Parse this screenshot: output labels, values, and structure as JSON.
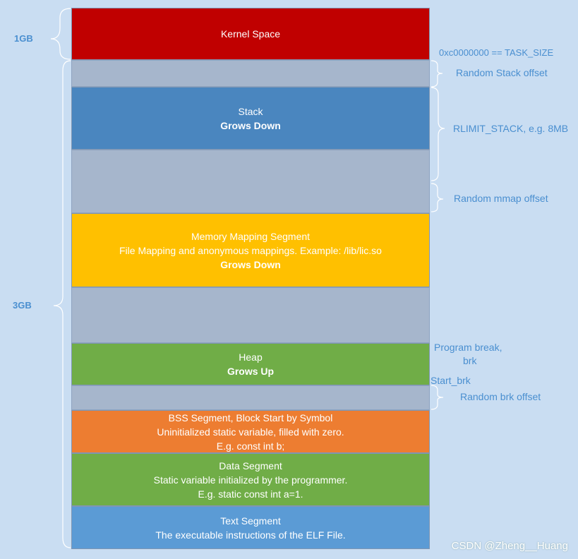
{
  "sizes": {
    "top": "1GB",
    "bottom": "3GB"
  },
  "segments": {
    "kernel": {
      "line1": "Kernel Space"
    },
    "stack": {
      "line1": "Stack",
      "line2": "Grows Down"
    },
    "mmap": {
      "line1": "Memory Mapping Segment",
      "line2": "File Mapping and anonymous mappings. Example: /lib/lic.so",
      "line3": "Grows Down"
    },
    "heap": {
      "line1": "Heap",
      "line2": "Grows Up"
    },
    "bss": {
      "line1": "BSS Segment, Block Start by Symbol",
      "line2": "Uninitialized static variable, filled with zero.",
      "line3": "E.g. const int b;"
    },
    "data": {
      "line1": "Data Segment",
      "line2": "Static variable initialized by the programmer.",
      "line3": "E.g. static const int a=1."
    },
    "text": {
      "line1": "Text Segment",
      "line2": "The executable instructions of the ELF File."
    }
  },
  "annotations": {
    "task_size": "0xc0000000 == TASK_SIZE",
    "random_stack": "Random Stack offset",
    "rlimit": "RLIMIT_STACK, e.g. 8MB",
    "random_mmap": "Random mmap offset",
    "program_break_1": "Program break,",
    "program_break_2": "brk",
    "start_brk": "Start_brk",
    "random_brk": "Random brk offset"
  },
  "watermark": "CSDN @Zheng__Huang",
  "colors": {
    "background": "#c9ddf2",
    "kernel": "#c00000",
    "stack": "#4a86bf",
    "gap": "#a6b6cc",
    "mmap": "#ffc000",
    "heap": "#70ad47",
    "bss": "#ed7d31",
    "data": "#70ad47",
    "text": "#5b9bd5",
    "label": "#4a8fd0"
  }
}
